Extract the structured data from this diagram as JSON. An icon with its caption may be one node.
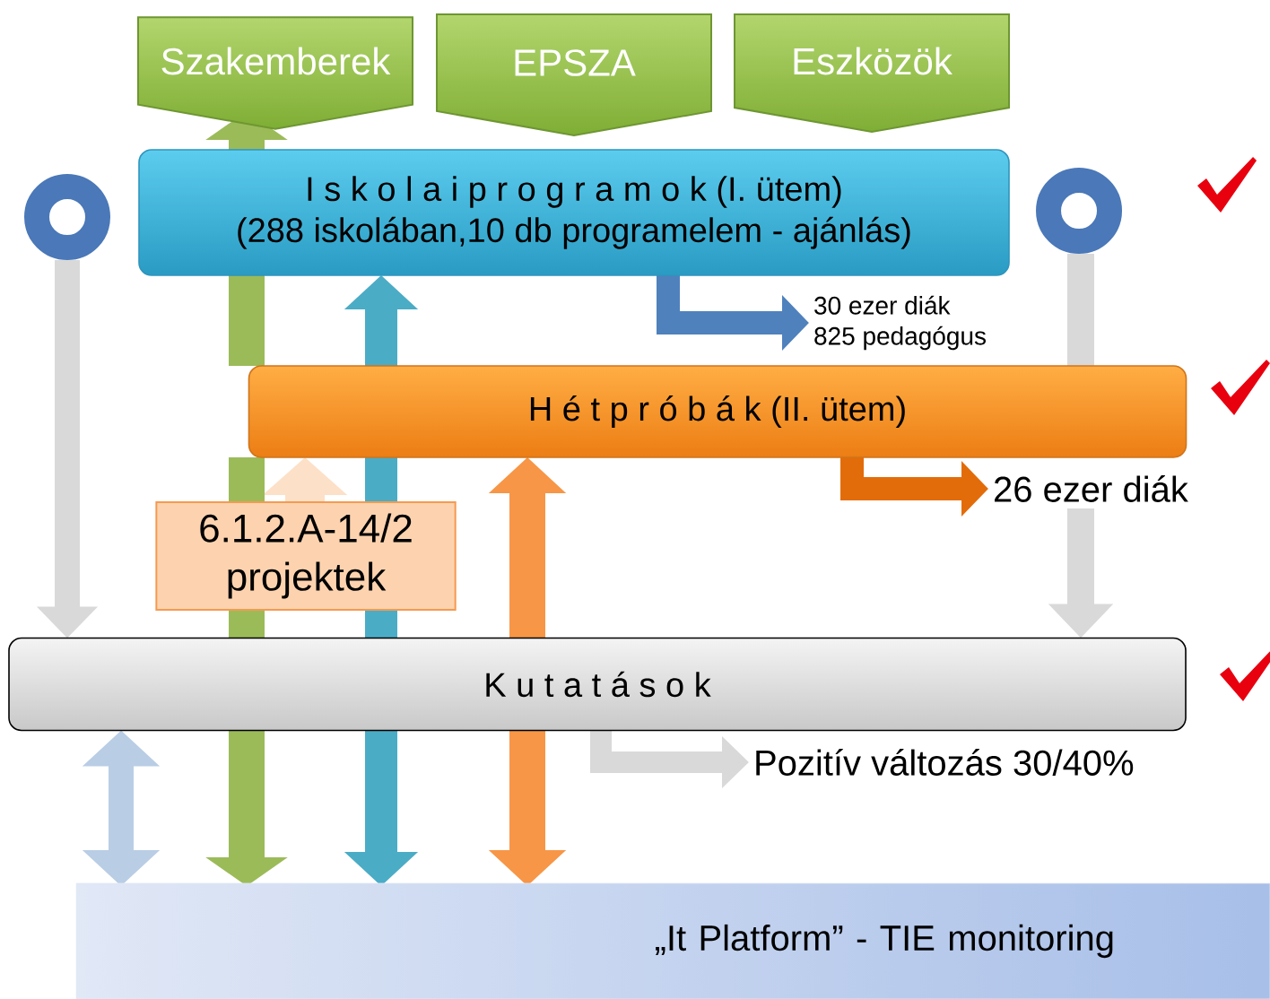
{
  "diagram": {
    "nodes": [
      {
        "text": [
          "Szakemberek"
        ]
      },
      {
        "text": [
          "EPSZA"
        ]
      },
      {
        "text": [
          "Eszközök"
        ]
      },
      {
        "text": [],
        "shape": "circle"
      },
      {
        "text": [
          "I s k o l a i p r o g r a m o k (I. ütem)",
          "(288 iskolában,10 db programelem - ajánlás)"
        ]
      },
      {
        "text": [],
        "shape": "circle"
      },
      {
        "text": [
          "30 ezer diák",
          "825 pedagógus"
        ]
      },
      {
        "text": [
          "H é t p r ó b á k (II. ütem)"
        ]
      },
      {
        "text": [
          "26 ezer diák"
        ]
      },
      {
        "text": [
          "6.1.2.A-14/2 projektek"
        ]
      },
      {
        "text": [
          "K u t a t á s o k"
        ]
      },
      {
        "text": [
          "Pozitív változás 30/40%"
        ]
      },
      {
        "text": [
          "„It Platform” - TIE monitoring"
        ]
      }
    ],
    "edges": [
      {
        "from": 4,
        "to": 6,
        "arrow": "to",
        "color": "#4f81bd"
      },
      {
        "from": 7,
        "to": 8,
        "arrow": "to",
        "color": "#e36c0a"
      },
      {
        "from": 10,
        "to": 11,
        "arrow": "to",
        "color": "#d9d9d9"
      },
      {
        "from": 9,
        "to": 7,
        "arrow": "to",
        "color": "#fde0c8"
      },
      {
        "from": 3,
        "to": 10,
        "arrow": "to",
        "color": "#d9d9d9"
      },
      {
        "from": 5,
        "to": 7,
        "arrow": "none",
        "color": "#d9d9d9"
      },
      {
        "from": 8,
        "to": 10,
        "arrow": "to",
        "color": "#d9d9d9"
      },
      {
        "from": 4,
        "to": 0,
        "arrow": "to",
        "color": "#9bbb59"
      },
      {
        "from": 4,
        "to": 7,
        "arrow": "none",
        "color": "#9bbb59"
      },
      {
        "from": 7,
        "to": 9,
        "arrow": "none",
        "color": "#9bbb59"
      },
      {
        "from": 9,
        "to": 10,
        "arrow": "none",
        "color": "#9bbb59"
      },
      {
        "from": 10,
        "to": 12,
        "arrow": "to",
        "color": "#9bbb59"
      },
      {
        "from": 7,
        "to": 4,
        "arrow": "to",
        "color": "#4bacc6"
      },
      {
        "from": 7,
        "to": 9,
        "arrow": "none",
        "color": "#4bacc6"
      },
      {
        "from": 9,
        "to": 10,
        "arrow": "none",
        "color": "#4bacc6"
      },
      {
        "from": 10,
        "to": 12,
        "arrow": "to",
        "color": "#4bacc6"
      },
      {
        "from": 10,
        "to": 7,
        "arrow": "to",
        "color": "#f79646"
      },
      {
        "from": 10,
        "to": 12,
        "arrow": "to",
        "color": "#f79646"
      },
      {
        "from": 10,
        "to": 12,
        "arrow": "both",
        "color": "#b9cde5"
      }
    ]
  }
}
